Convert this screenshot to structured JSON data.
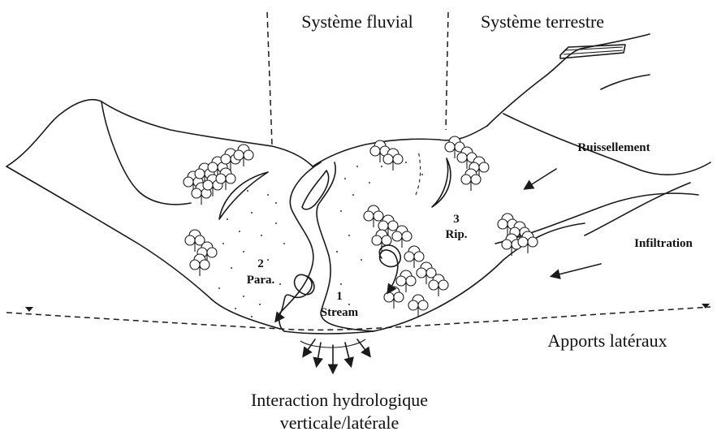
{
  "header": {
    "fluvial": "Système fluvial",
    "terrestre": "Système terrestre"
  },
  "zones": {
    "stream_num": "1",
    "stream_label": "Stream",
    "para_num": "2",
    "para_label": "Para.",
    "rip_num": "3",
    "rip_label": "Rip."
  },
  "flows": {
    "ruissellement": "Ruissellement",
    "infiltration": "Infiltration",
    "apports": "Apports latéraux"
  },
  "caption": {
    "line1": "Interaction hydrologique",
    "line2": "verticale/latérale"
  }
}
